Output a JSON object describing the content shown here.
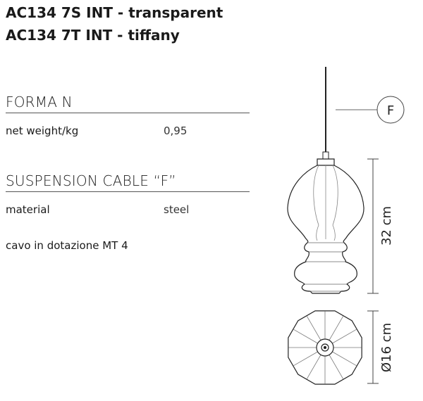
{
  "titles": [
    "AC134 7S INT - transparent",
    "AC134 7T INT - tiffany"
  ],
  "sections": [
    {
      "heading": "FORMA N",
      "rows": [
        {
          "label": "net weight/kg",
          "value": "0,95"
        }
      ]
    },
    {
      "heading": "SUSPENSION CABLE “F”",
      "rows": [
        {
          "label": "material",
          "value": "steel"
        }
      ]
    }
  ],
  "note": "cavo in dotazione MT 4",
  "drawing": {
    "callout": "F",
    "height_dim": "32 cm",
    "diameter_dim": "Ø16 cm"
  }
}
